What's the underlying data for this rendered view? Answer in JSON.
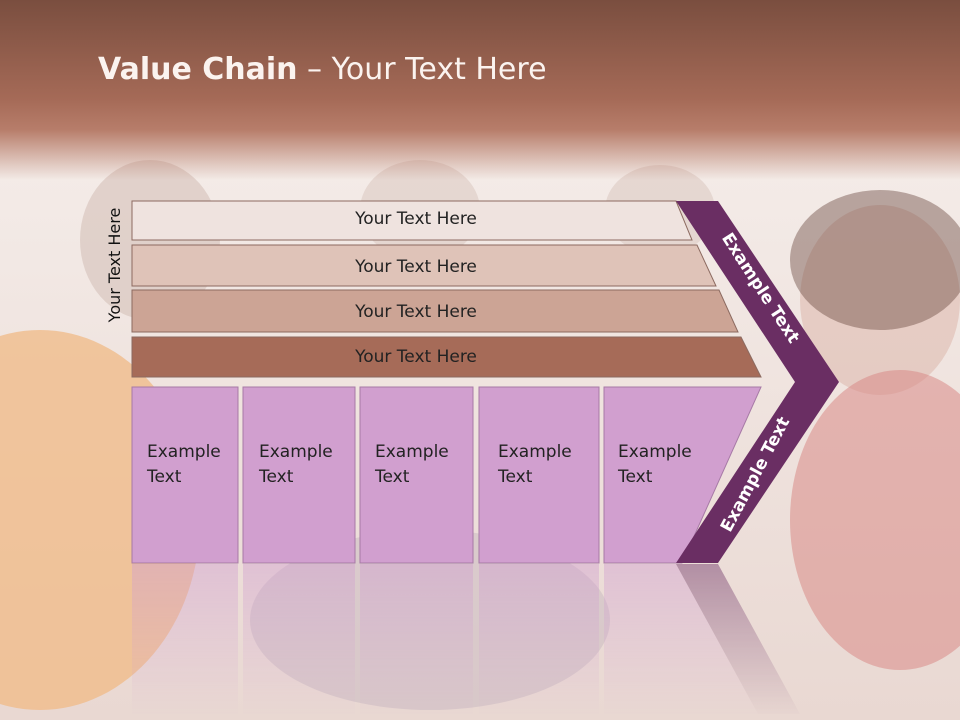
{
  "title": {
    "bold": "Value Chain",
    "rest": " – Your Text Here"
  },
  "side_label": "Your Text Here",
  "rows": [
    {
      "label": "Your Text Here",
      "fill": "#efe3df"
    },
    {
      "label": "Your Text Here",
      "fill": "#dfc3b8"
    },
    {
      "label": "Your Text Here",
      "fill": "#cca495"
    },
    {
      "label": "Your Text Here",
      "fill": "#a66b58"
    }
  ],
  "columns": [
    {
      "line1": "Example",
      "line2": "Text"
    },
    {
      "line1": "Example",
      "line2": "Text"
    },
    {
      "line1": "Example",
      "line2": "Text"
    },
    {
      "line1": "Example",
      "line2": "Text"
    },
    {
      "line1": "Example",
      "line2": "Text"
    }
  ],
  "chevron_top_label": "Example Text",
  "chevron_bottom_label": "Example Text",
  "colors": {
    "column_fill": "#d19fcf",
    "chevron_fill": "#6a2e63"
  }
}
